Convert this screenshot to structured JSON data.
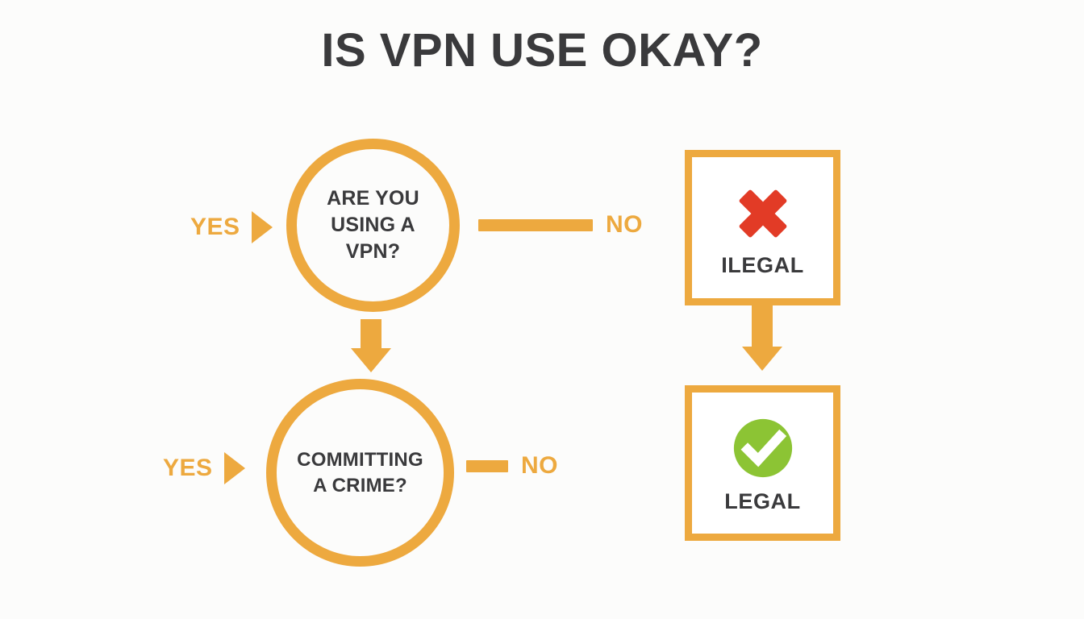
{
  "page": {
    "title": "IS VPN USE OKAY?",
    "background_color": "#fcfcfb"
  },
  "colors": {
    "orange": "#eda93f",
    "dark_text": "#3a3a3c",
    "red": "#e23b26",
    "green": "#8cc434",
    "white": "#ffffff"
  },
  "chart_data": {
    "type": "diagram",
    "diagram_kind": "flowchart",
    "title": "IS VPN USE OKAY?",
    "nodes": [
      {
        "id": "q1",
        "shape": "circle",
        "text_lines": [
          "ARE YOU",
          "USING A",
          "VPN?"
        ]
      },
      {
        "id": "q2",
        "shape": "circle",
        "text_lines": [
          "COMMITTING",
          "A CRIME?"
        ]
      },
      {
        "id": "ilegal",
        "shape": "box",
        "label": "ILEGAL",
        "icon": "x-mark-icon",
        "icon_color": "#e23b26"
      },
      {
        "id": "legal",
        "shape": "box",
        "label": "LEGAL",
        "icon": "check-circle-icon",
        "icon_color": "#8cc434"
      }
    ],
    "edges": [
      {
        "from": "yes-entry-1",
        "to": "q1",
        "label": "YES",
        "style": "triangle-arrow"
      },
      {
        "from": "q1",
        "to": "no-1",
        "label": "NO",
        "style": "bar"
      },
      {
        "from": "q1",
        "to": "q2",
        "label": "",
        "style": "down-arrow"
      },
      {
        "from": "yes-entry-2",
        "to": "q2",
        "label": "YES",
        "style": "triangle-arrow"
      },
      {
        "from": "q2",
        "to": "no-2",
        "label": "NO",
        "style": "bar"
      },
      {
        "from": "ilegal",
        "to": "legal",
        "label": "",
        "style": "down-arrow"
      }
    ]
  },
  "flow": {
    "decision_vpn": {
      "line1": "ARE YOU",
      "line2": "USING A",
      "line3": "VPN?"
    },
    "decision_crime": {
      "line1": "COMMITTING",
      "line2": "A CRIME?"
    },
    "branch_vpn": {
      "yes": "YES",
      "no": "NO"
    },
    "branch_crime": {
      "yes": "YES",
      "no": "NO"
    }
  },
  "outcomes": {
    "ilegal": {
      "label": "ILEGAL",
      "icon": "x-mark-icon"
    },
    "legal": {
      "label": "LEGAL",
      "icon": "check-circle-icon"
    }
  }
}
